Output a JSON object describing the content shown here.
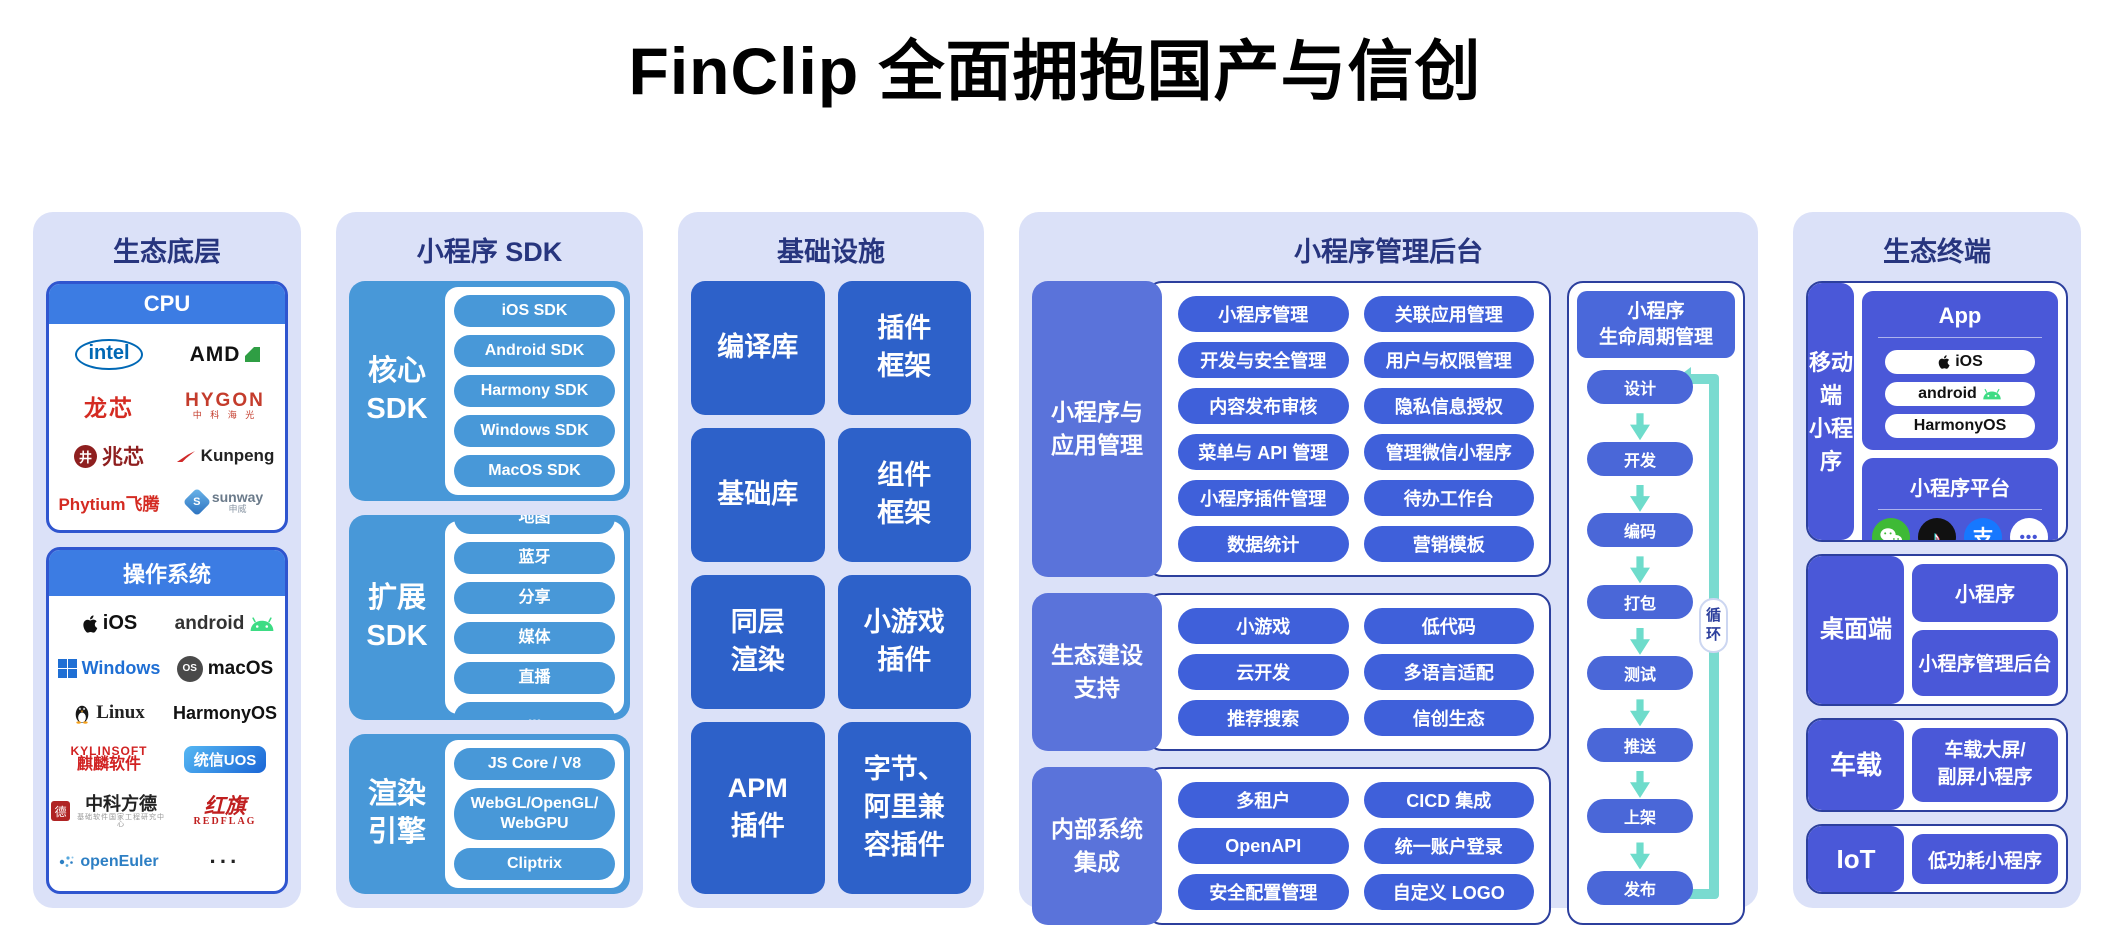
{
  "title": "FinClip 全面拥抱国产与信创",
  "colors": {
    "panel_bg": "#dbe1f8",
    "navy": "#27357e",
    "sky_blue": "#4898d8",
    "royal_blue": "#3f60da",
    "deep_blue": "#2d61c9",
    "indigo": "#4a58d8",
    "teal_arrow": "#6edccb"
  },
  "eco_base": {
    "title": "生态底层",
    "cpu": {
      "header": "CPU",
      "logos": [
        {
          "name": "intel"
        },
        {
          "name": "AMD"
        },
        {
          "name": "龙芯"
        },
        {
          "name": "HYGON",
          "sub": "中 科 海 光"
        },
        {
          "name": "兆芯"
        },
        {
          "name": "Kunpeng"
        },
        {
          "name": "Phytium飞腾"
        },
        {
          "name": "sunway",
          "sub": "申威"
        }
      ]
    },
    "os": {
      "header": "操作系统",
      "logos": [
        {
          "name": "iOS"
        },
        {
          "name": "android"
        },
        {
          "name": "Windows"
        },
        {
          "name": "macOS"
        },
        {
          "name": "Linux"
        },
        {
          "name": "HarmonyOS"
        },
        {
          "name": "KYLINSOFT",
          "sub": "麒麟软件"
        },
        {
          "name": "统信UOS"
        },
        {
          "name": "中科方德",
          "sub": "基础软件国家工程研究中心"
        },
        {
          "name": "红旗",
          "sub": "REDFLAG"
        },
        {
          "name": "openEuler"
        },
        {
          "name": "···"
        }
      ]
    }
  },
  "sdk": {
    "title": "小程序 SDK",
    "groups": [
      {
        "label": "核心\nSDK",
        "items": [
          "iOS SDK",
          "Android SDK",
          "Harmony SDK",
          "Windows SDK",
          "MacOS SDK"
        ]
      },
      {
        "label": "扩展\nSDK",
        "items": [
          "地图",
          "蓝牙",
          "分享",
          "媒体",
          "直播",
          "..."
        ]
      },
      {
        "label": "渲染\n引擎",
        "items": [
          "JS Core / V8",
          "WebGL/OpenGL/\nWebGPU",
          "Cliptrix"
        ]
      }
    ]
  },
  "infra": {
    "title": "基础设施",
    "blocks": [
      "编译库",
      "插件\n框架",
      "基础库",
      "组件\n框架",
      "同层\n渲染",
      "小游戏\n插件",
      "APM\n插件",
      "字节、\n阿里兼\n容插件"
    ]
  },
  "admin": {
    "title": "小程序管理后台",
    "groups": [
      {
        "label": "小程序与\n应用管理",
        "items": [
          "小程序管理",
          "关联应用管理",
          "开发与安全管理",
          "用户与权限管理",
          "内容发布审核",
          "隐私信息授权",
          "菜单与 API 管理",
          "管理微信小程序",
          "小程序插件管理",
          "待办工作台",
          "数据统计",
          "营销模板"
        ]
      },
      {
        "label": "生态建设\n支持",
        "items": [
          "小游戏",
          "低代码",
          "云开发",
          "多语言适配",
          "推荐搜索",
          "信创生态"
        ]
      },
      {
        "label": "内部系统\n集成",
        "items": [
          "多租户",
          "CICD 集成",
          "OpenAPI",
          "统一账户登录",
          "安全配置管理",
          "自定义 LOGO"
        ]
      }
    ],
    "lifecycle": {
      "title": "小程序\n生命周期管理",
      "steps": [
        "设计",
        "开发",
        "编码",
        "打包",
        "测试",
        "推送",
        "上架",
        "发布"
      ],
      "loop_label": "循环"
    }
  },
  "terminals": {
    "title": "生态终端",
    "mobile": {
      "label": "移动端\n小程序",
      "app_box": {
        "title": "App",
        "pills": [
          "iOS",
          "android",
          "HarmonyOS"
        ]
      },
      "platform_box": {
        "title": "小程序平台",
        "icons": [
          "wechat-icon",
          "douyin-icon",
          "alipay-icon",
          "more-icon"
        ]
      }
    },
    "desktop": {
      "label": "桌面端",
      "boxes": [
        "小程序",
        "小程序管理后台"
      ]
    },
    "car": {
      "label": "车载",
      "box": "车载大屏/\n副屏小程序"
    },
    "iot": {
      "label": "IoT",
      "box": "低功耗小程序"
    }
  },
  "icons": {
    "macos_badge": "OS",
    "alipay_glyph": "支",
    "zhaoxin_glyph": "井",
    "fangde_glyph": "德",
    "more_glyph": "•••",
    "sunway_glyph": "S",
    "douyin_note": "♪"
  }
}
